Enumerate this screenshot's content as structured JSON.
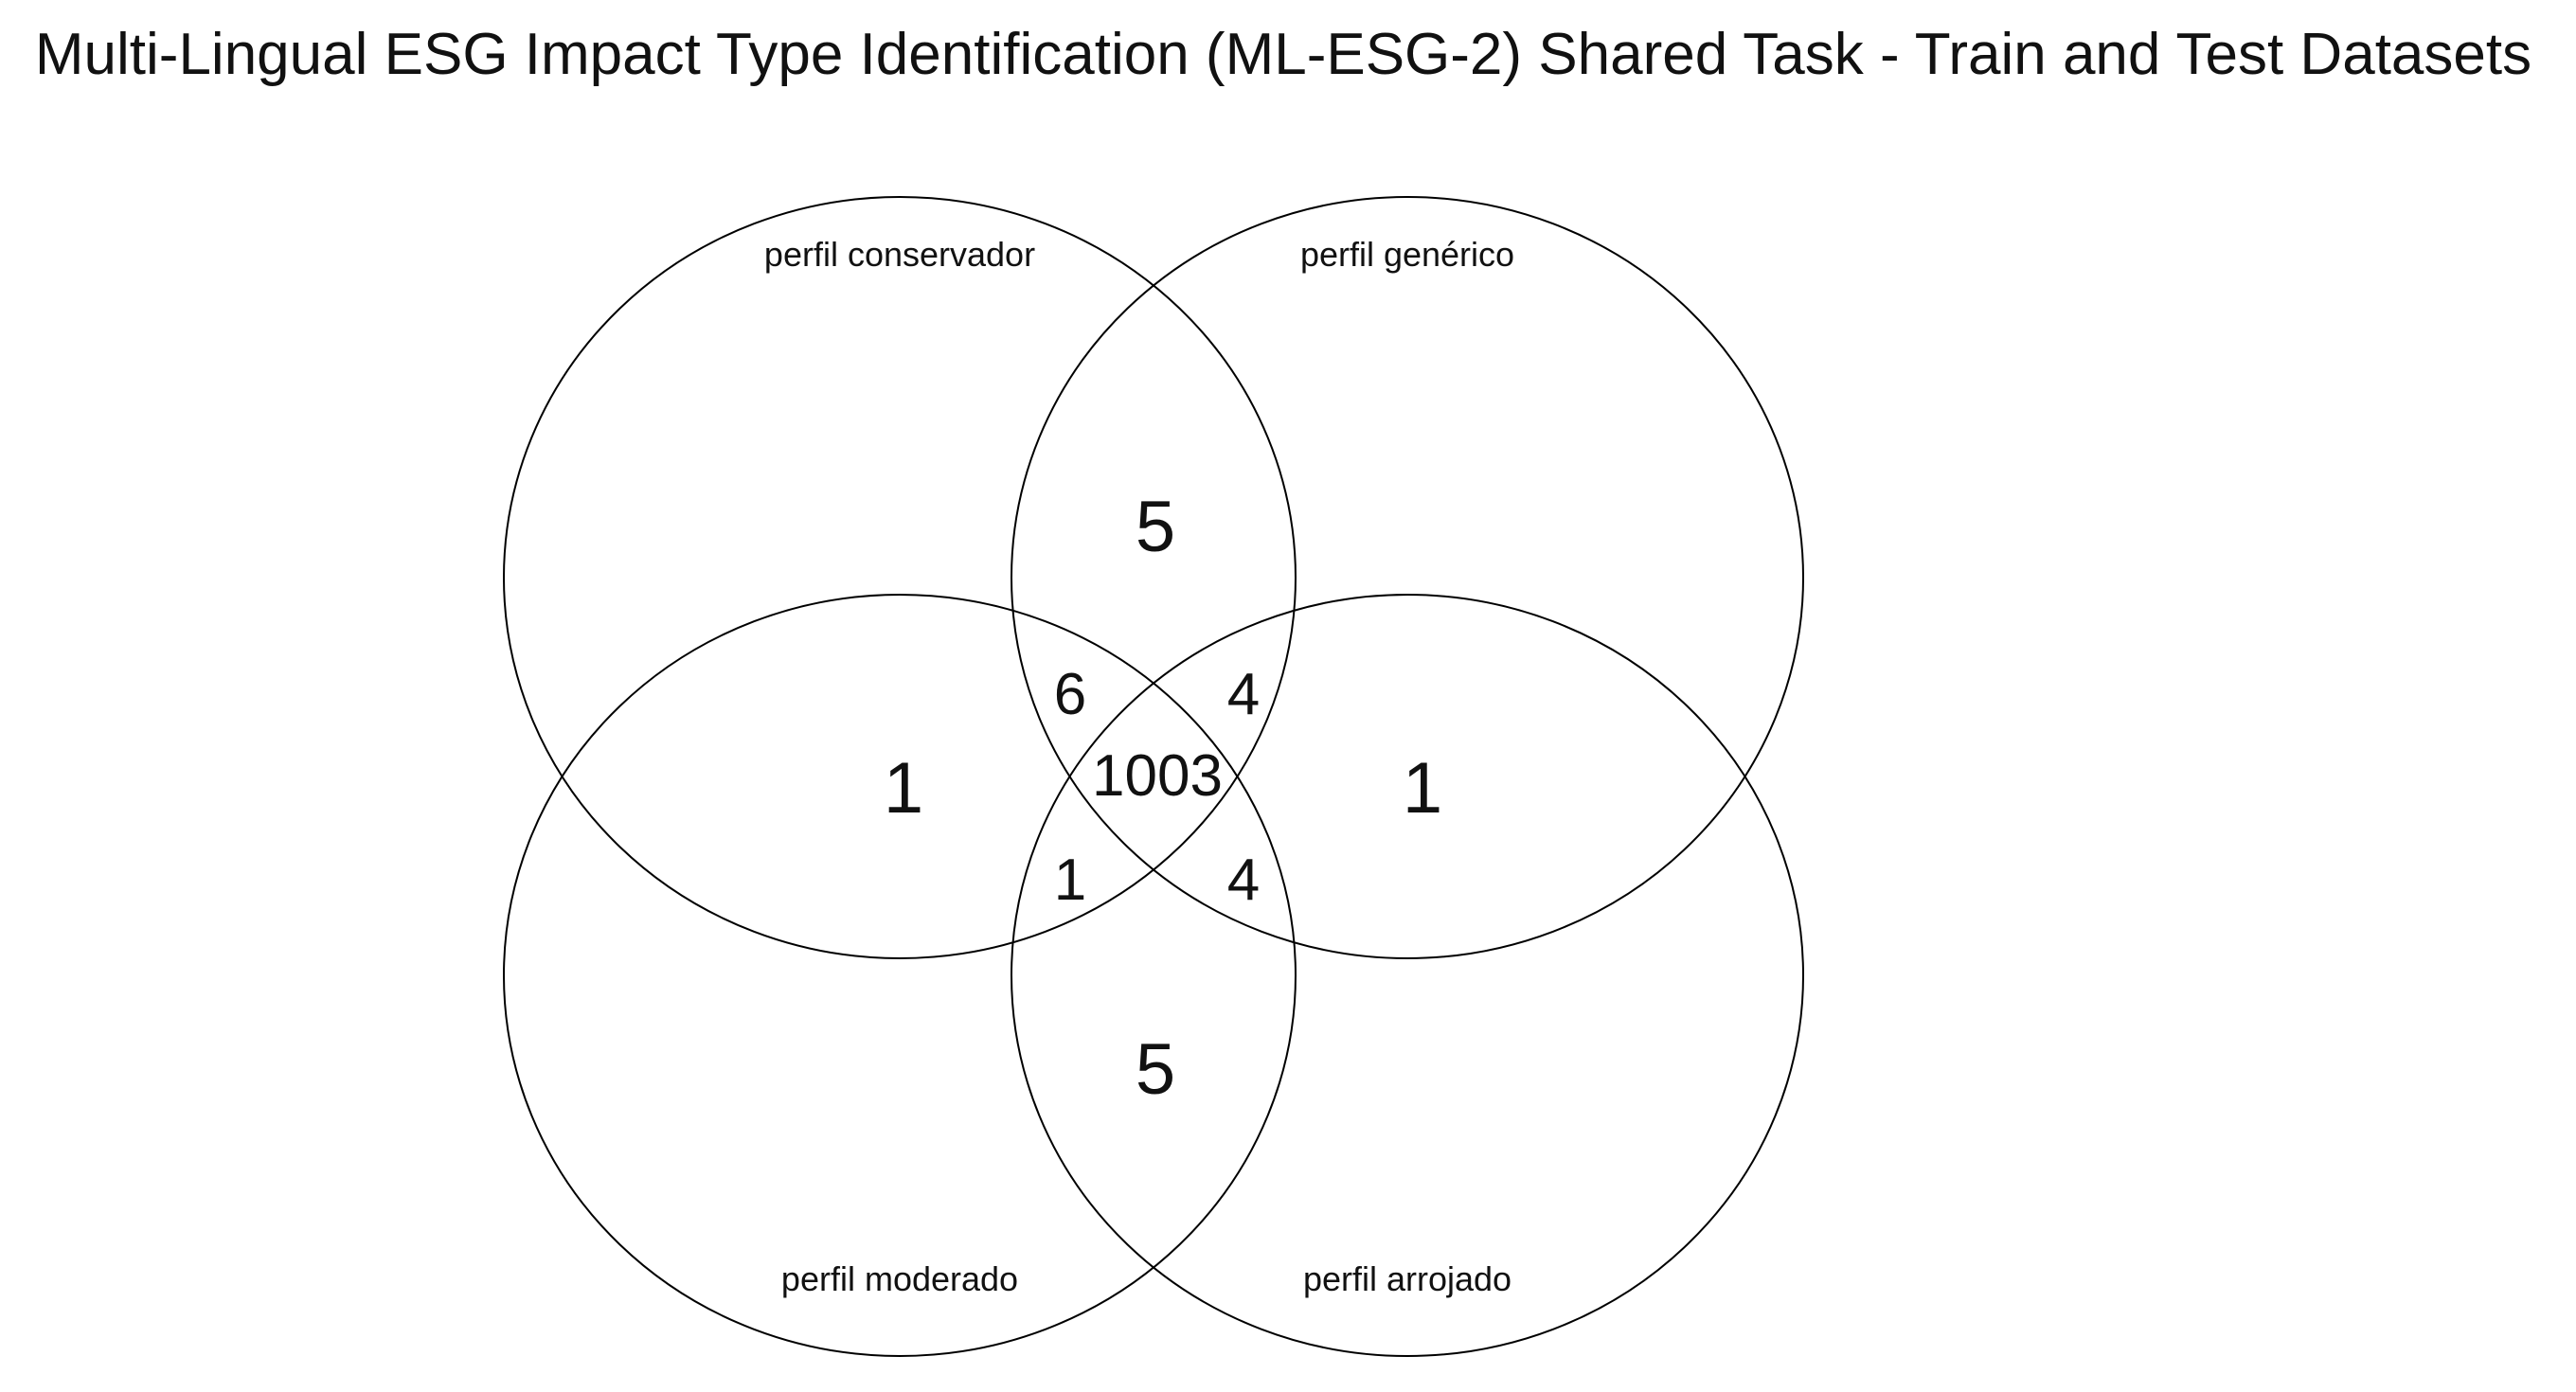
{
  "title": "Multi-Lingual ESG Impact Type Identification (ML-ESG-2) Shared Task  -  Train and Test Datasets",
  "sets": {
    "top_left": "perfil conservador",
    "top_right": "perfil genérico",
    "bottom_left": "perfil moderado",
    "bottom_right": "perfil arrojado"
  },
  "counts": {
    "conservador_generico": "5",
    "moderado_arrojado": "5",
    "conservador_moderado": "1",
    "generico_arrojado": "1",
    "conservador_generico_moderado": "6",
    "conservador_generico_arrojado": "4",
    "conservador_moderado_arrojado": "1",
    "generico_moderado_arrojado": "4",
    "all_four": "1003"
  }
}
